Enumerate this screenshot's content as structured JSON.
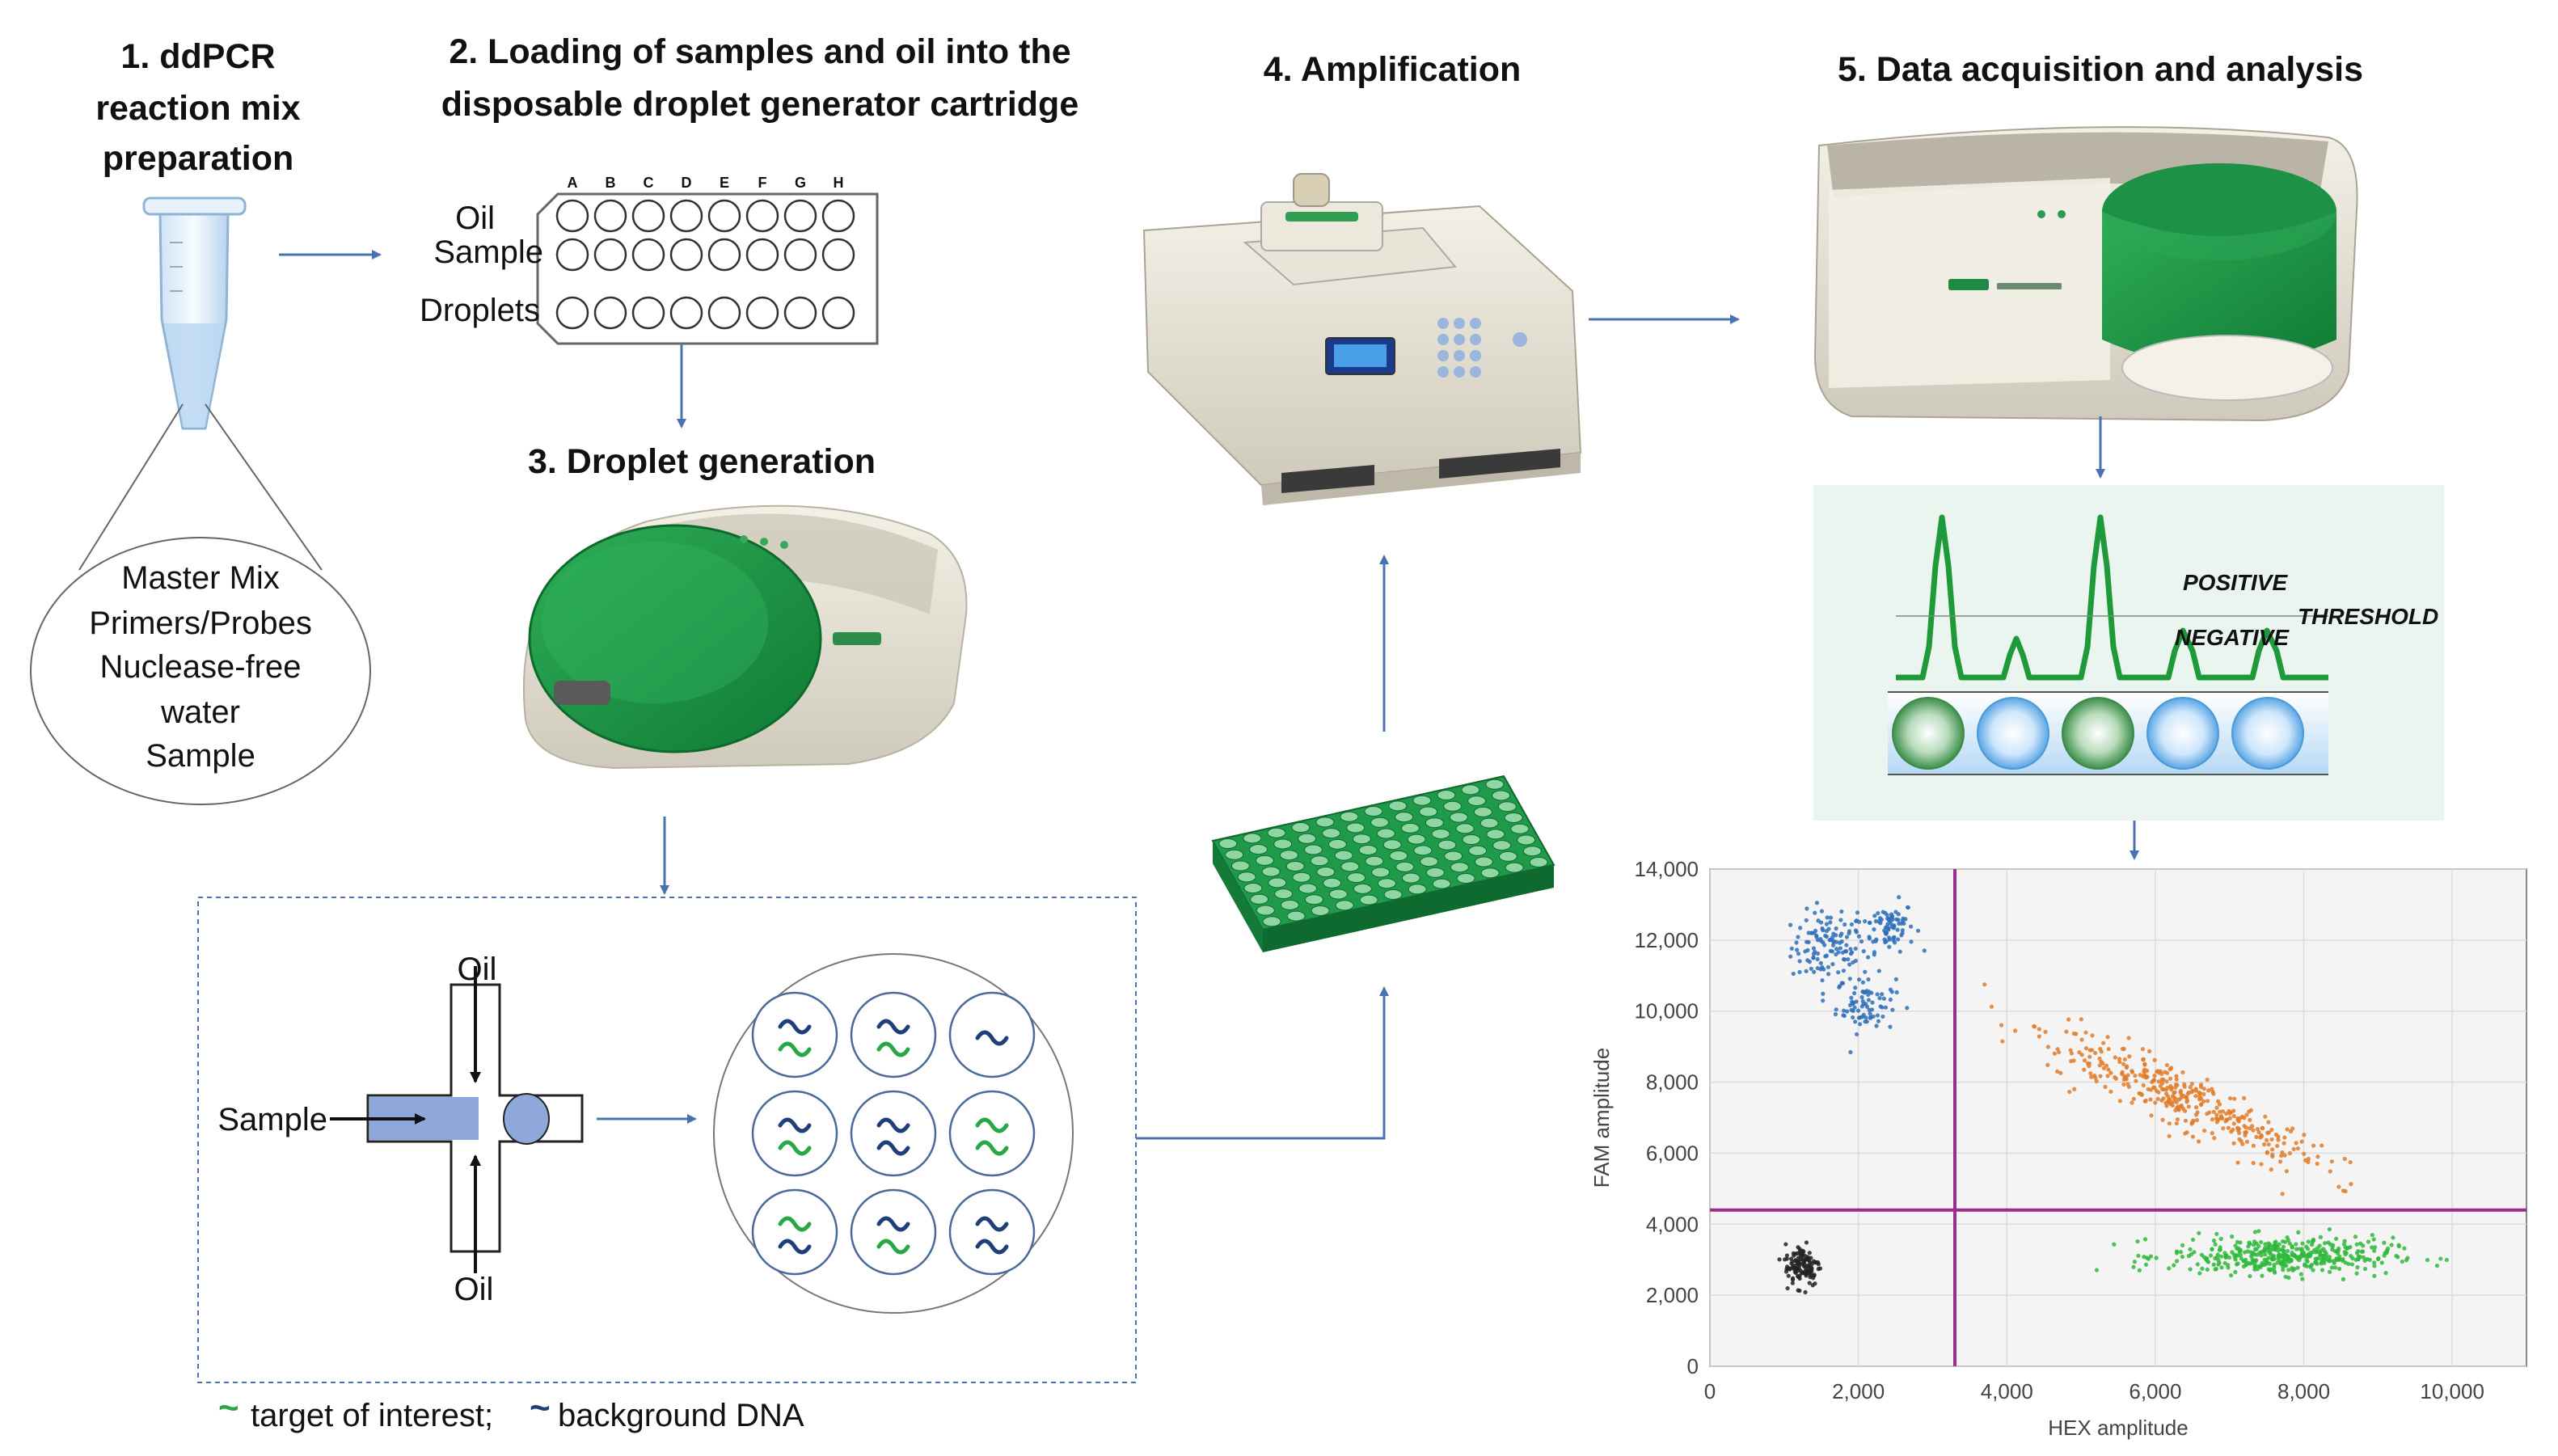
{
  "steps": {
    "s1_line1": "1. ddPCR",
    "s1_line2": "reaction mix",
    "s1_line3": "preparation",
    "s2_line1": "2. Loading of samples and oil into the",
    "s2_line2": "disposable droplet generator cartridge",
    "s3": "3. Droplet generation",
    "s4": "4. Amplification",
    "s5": "5. Data acquisition and analysis"
  },
  "reaction_mix": [
    "Master Mix",
    "Primers/Probes",
    "Nuclease-free",
    "water",
    "Sample"
  ],
  "cartridge": {
    "columns": [
      "A",
      "B",
      "C",
      "D",
      "E",
      "F",
      "G",
      "H"
    ],
    "row_oil": "Oil",
    "row_sample": "Sample",
    "row_droplets": "Droplets"
  },
  "droplet_generation": {
    "oil_top": "Oil",
    "oil_bottom": "Oil",
    "sample": "Sample",
    "legend_target": "target of interest;",
    "legend_background": "background DNA",
    "target_color": "#27a844",
    "background_color": "#1f3f7a"
  },
  "readout": {
    "positive": "POSITIVE",
    "negative": "NEGATIVE",
    "threshold": "THRESHOLD",
    "droplets": [
      "positive",
      "negative",
      "positive",
      "negative",
      "negative"
    ]
  },
  "chart_data": {
    "type": "scatter",
    "xlabel": "HEX amplitude",
    "ylabel": "FAM amplitude",
    "xlim": [
      0,
      11000
    ],
    "ylim": [
      0,
      14000
    ],
    "xticks": [
      "0",
      "2,000",
      "4,000",
      "6,000",
      "8,000",
      "10,000"
    ],
    "yticks": [
      "0",
      "2,000",
      "4,000",
      "6,000",
      "8,000",
      "10,000",
      "12,000",
      "14,000"
    ],
    "x_tick_values": [
      0,
      2000,
      4000,
      6000,
      8000,
      10000
    ],
    "y_tick_values": [
      0,
      2000,
      4000,
      6000,
      8000,
      10000,
      12000,
      14000
    ],
    "threshold_x": 3300,
    "threshold_y": 4400,
    "threshold_color": "#9b2d8f",
    "grid": true,
    "clusters": [
      {
        "color": "#2e6fb8",
        "center": [
          1600,
          11800
        ],
        "spread": [
          250,
          500
        ],
        "count": 120
      },
      {
        "color": "#2e6fb8",
        "center": [
          2400,
          12400
        ],
        "spread": [
          180,
          350
        ],
        "count": 80
      },
      {
        "color": "#2e6fb8",
        "center": [
          2100,
          10200
        ],
        "spread": [
          200,
          400
        ],
        "count": 80
      },
      {
        "color": "#e07b28",
        "center": [
          6300,
          7600
        ],
        "spread": [
          700,
          850
        ],
        "count": 380
      },
      {
        "color": "#2fb83a",
        "center": [
          7700,
          3100
        ],
        "spread": [
          750,
          260
        ],
        "count": 420
      },
      {
        "color": "#222222",
        "center": [
          1250,
          2850
        ],
        "spread": [
          120,
          300
        ],
        "count": 120
      }
    ]
  }
}
